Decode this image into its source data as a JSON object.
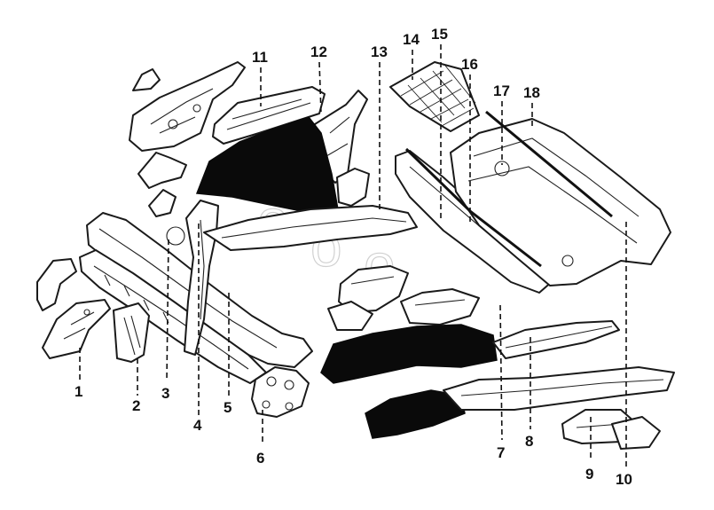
{
  "diagram": {
    "callouts": [
      {
        "id": 1,
        "text": "1"
      },
      {
        "id": 2,
        "text": "2"
      },
      {
        "id": 3,
        "text": "3"
      },
      {
        "id": 4,
        "text": "4"
      },
      {
        "id": 5,
        "text": "5"
      },
      {
        "id": 6,
        "text": "6"
      },
      {
        "id": 7,
        "text": "7"
      },
      {
        "id": 8,
        "text": "8"
      },
      {
        "id": 9,
        "text": "9"
      },
      {
        "id": 10,
        "text": "10"
      },
      {
        "id": 11,
        "text": "11"
      },
      {
        "id": 12,
        "text": "12"
      },
      {
        "id": 13,
        "text": "13"
      },
      {
        "id": 14,
        "text": "14"
      },
      {
        "id": 15,
        "text": "15"
      },
      {
        "id": 16,
        "text": "16"
      },
      {
        "id": 17,
        "text": "17"
      },
      {
        "id": 18,
        "text": "18"
      }
    ]
  }
}
